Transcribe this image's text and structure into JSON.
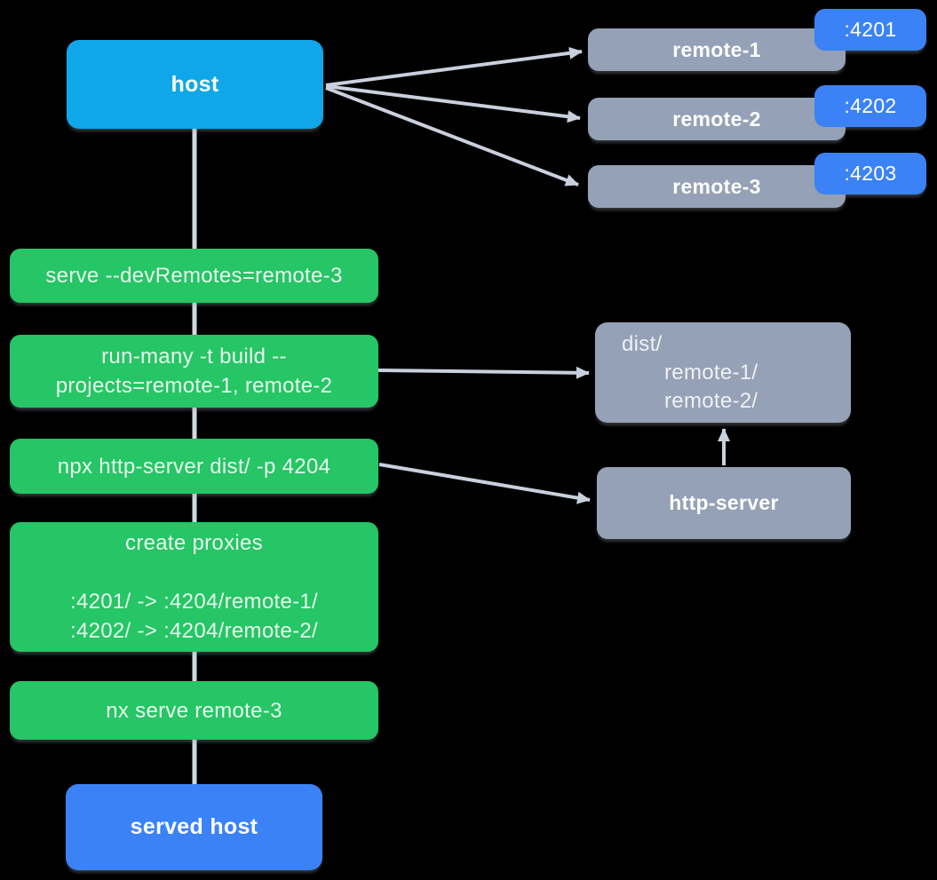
{
  "colors": {
    "background": "#000000",
    "host_fill": "#0fa7e9",
    "remote_fill": "#95a1b6",
    "port_badge_fill": "#3b82f6",
    "command_fill": "#26c565",
    "served_host_fill": "#3b82f6",
    "edge": "#c9d0dd",
    "spine": "#d3d7e0",
    "label_text": "#ffffff",
    "command_text": "#e6f7ec"
  },
  "nodes": {
    "host": {
      "label": "host"
    },
    "remotes": [
      {
        "label": "remote-1",
        "port": ":4201"
      },
      {
        "label": "remote-2",
        "port": ":4202"
      },
      {
        "label": "remote-3",
        "port": ":4203"
      }
    ],
    "commands": [
      {
        "lines": [
          "serve --devRemotes=remote-3"
        ]
      },
      {
        "lines": [
          "run-many -t build --",
          "projects=remote-1, remote-2"
        ]
      },
      {
        "lines": [
          "npx http-server dist/ -p 4204"
        ]
      },
      {
        "lines": [
          "create proxies",
          "",
          ":4201/ -> :4204/remote-1/",
          ":4202/ -> :4204/remote-2/"
        ]
      },
      {
        "lines": [
          "nx serve remote-3"
        ]
      }
    ],
    "dist_folder": {
      "lines": [
        "dist/",
        "remote-1/",
        "remote-2/"
      ]
    },
    "http_server": {
      "label": "http-server"
    },
    "served_host": {
      "label": "served host"
    }
  }
}
